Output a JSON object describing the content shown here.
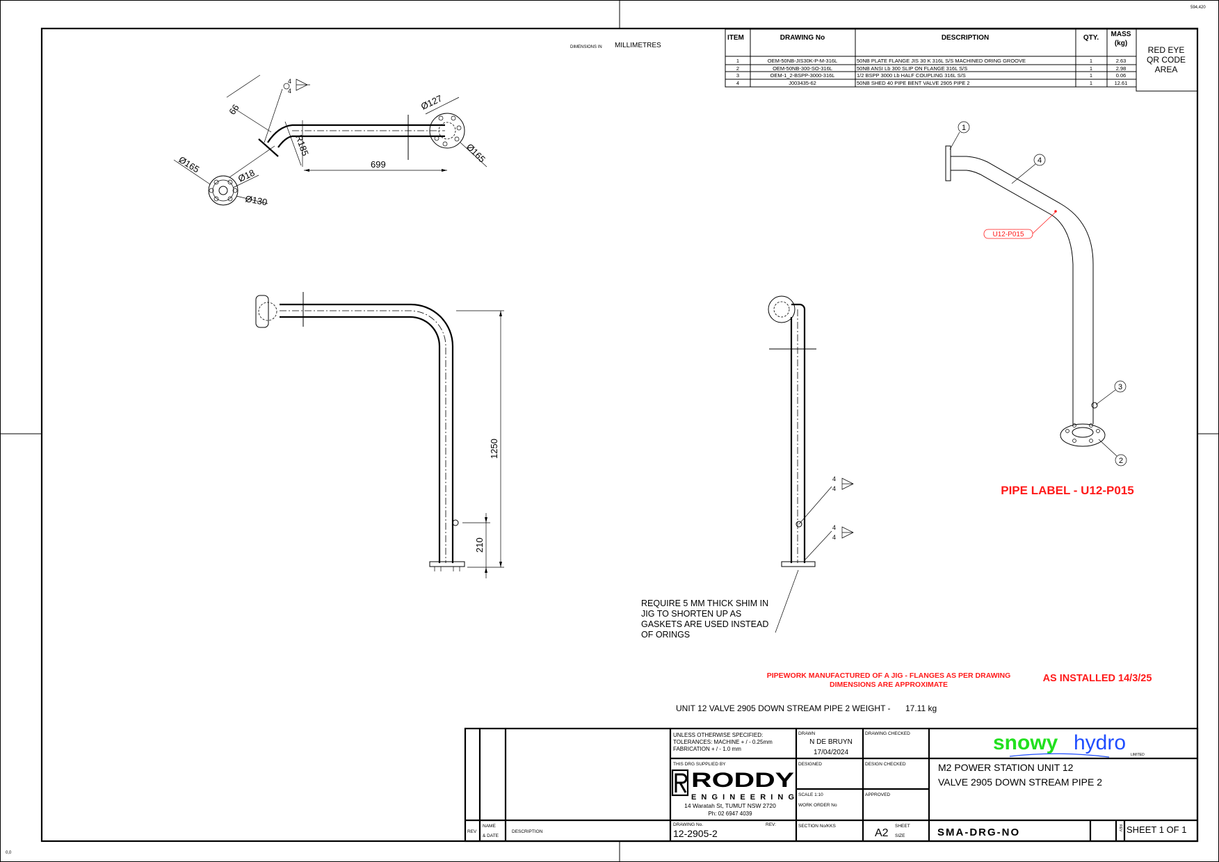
{
  "sheet": {
    "corner_top_right": "594,420",
    "corner_bottom_left": "0,0",
    "dimensions_label": "DIMENSIONS IN",
    "dimensions_unit": "MILLIMETRES"
  },
  "bom": {
    "headers": {
      "item": "ITEM",
      "drawing": "DRAWING No",
      "description": "DESCRIPTION",
      "qty": "QTY.",
      "mass": "MASS",
      "mass_unit": "(kg)"
    },
    "rows": [
      {
        "item": "1",
        "drawing": "OEM-50NB-JIS30K-P-M-316L",
        "description": "50NB PLATE FLANGE JIS 30 K 316L S/S MACHINED ORING GROOVE",
        "qty": "1",
        "mass": "2.63"
      },
      {
        "item": "2",
        "drawing": "OEM-50NB-300-SO-316L",
        "description": "50NB ANSI Lb 300 SLIP ON  FLANGE 316L S/S",
        "qty": "1",
        "mass": "2.98"
      },
      {
        "item": "3",
        "drawing": "OEM-1_2-BSPP-3000-316L",
        "description": "1/2 BSPP 3000 Lb HALF COUPLING 316L S/S",
        "qty": "1",
        "mass": "0.06"
      },
      {
        "item": "4",
        "drawing": "J003435-62",
        "description": "50NB SHED 40 PIPE BENT VALVE 2905 PIPE 2",
        "qty": "1",
        "mass": "12.61"
      }
    ],
    "qr_area": [
      "RED EYE",
      "QR CODE",
      "AREA"
    ]
  },
  "views": {
    "top_view_dims": {
      "d66": "66",
      "d127": "Ø127",
      "r185": "R185",
      "d165a": "Ø165",
      "d699": "699",
      "d165b": "Ø165",
      "d18": "Ø18",
      "d130": "Ø130",
      "weld_a": "4",
      "weld_b": "4"
    },
    "front_view_dims": {
      "d1250": "1250",
      "d210": "210"
    },
    "side_view_welds": {
      "w1a": "4",
      "w1b": "4",
      "w2a": "4",
      "w2b": "4"
    },
    "iso_balloons": [
      "1",
      "2",
      "3",
      "4"
    ],
    "iso_pipe_tag": "U12-P015"
  },
  "notes": {
    "shim_note": [
      "REQUIRE 5 MM THICK SHIM IN",
      "JIG TO SHORTEN UP AS",
      "GASKETS ARE USED INSTEAD",
      "OF ORINGS"
    ],
    "pipe_label": "PIPE LABEL - U12-P015",
    "jig_note": [
      "PIPEWORK MANUFACTURED OF A JIG - FLANGES AS PER DRAWING",
      "DIMENSIONS ARE APPROXIMATE"
    ],
    "as_installed": "AS INSTALLED 14/3/25",
    "weight_label": "UNIT 12 VALVE 2905 DOWN STREAM PIPE 2 WEIGHT -",
    "weight_value": "17.11 kg"
  },
  "title_block": {
    "tolerances": [
      "UNLESS OTHERWISE SPECIFIED:",
      "TOLERANCES: MACHINE + / - 0.25mm",
      "FABRICATION + / - 1.0 mm"
    ],
    "drawn_label": "DRAWN",
    "drawn_by": "N DE BRUYN",
    "drawn_date": "17/04/2024",
    "drawing_checked_label": "DRAWING CHECKED",
    "supplied_by_label": "THIS DRG SUPPLIED BY",
    "supplier_logo_main": "RODDY",
    "supplier_logo_sub": "ENGINEERING",
    "supplier_address": "14 Waratah St, TUMUT NSW 2720",
    "supplier_phone": "Ph: 02 6947 4039",
    "designed_label": "DESIGNED",
    "design_checked_label": "DESIGN CHECKED",
    "scale_label": "SCALE  1:10",
    "work_order_label": "WORK ORDER No",
    "approved_label": "APPROVED",
    "drawing_no_label": "DRAWING No.",
    "rev_label": "REV:",
    "drawing_no": "12-2905-2",
    "section_label": "SECTION No/KKS",
    "sheet_size": "A2",
    "sheet_size_label_1": "SHEET",
    "sheet_size_label_2": "SIZE",
    "client_logo_1": "snowy",
    "client_logo_2": "hydro",
    "client_logo_3": "LIMITED",
    "title_line_1": "M2 POWER STATION UNIT 12",
    "title_line_2": "VALVE 2905 DOWN STREAM PIPE 2",
    "sma_drg_no": "SMA-DRG-NO",
    "rev_small": "REV",
    "sheet_of": "SHEET 1 OF 1",
    "rev_col": "REV",
    "name_col_1": "NAME",
    "name_col_2": "& DATE",
    "desc_col": "DESCRIPTION"
  },
  "colors": {
    "red": "#ff1a1a",
    "snowy_green": "#22e01f",
    "hydro_blue": "#1f4dff"
  }
}
